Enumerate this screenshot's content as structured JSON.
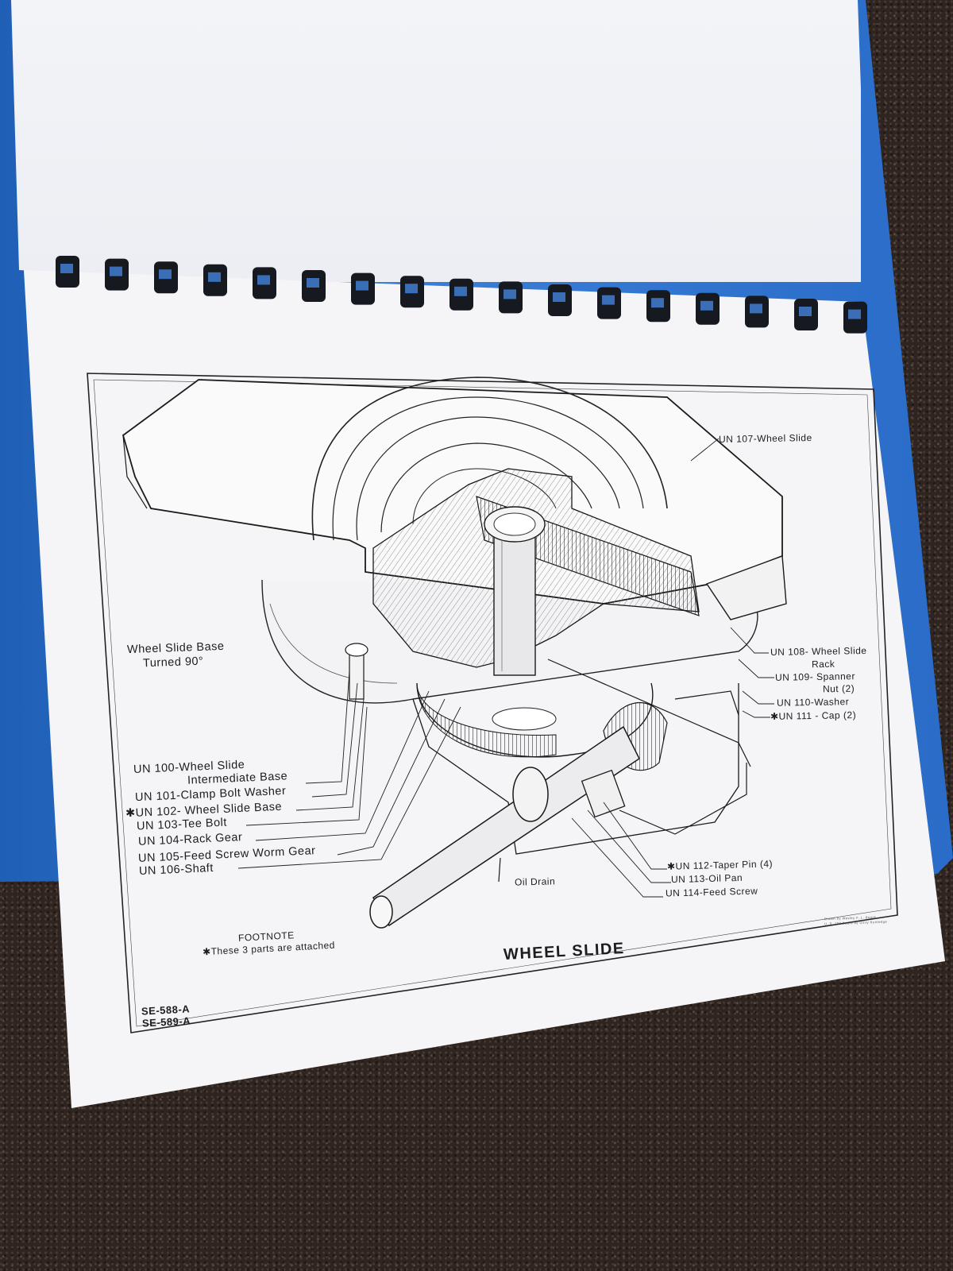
{
  "drawing": {
    "title": "WHEEL SLIDE",
    "codes": [
      "SE-588-A",
      "SE-589-A"
    ],
    "footnote_heading": "FOOTNOTE",
    "footnote_text": "✱These 3 parts are attached",
    "base_note_line1": "Wheel Slide Base",
    "base_note_line2": "Turned 90°",
    "oil_drain": "Oil Drain",
    "credit_line1": "Drawn by Wesley F. L. Board",
    "credit_line2": "U. S. 107 Board by Unity Ruttledge"
  },
  "parts_left": [
    "UN 100-Wheel Slide",
    "Intermediate Base",
    "UN 101-Clamp Bolt Washer",
    "✱UN 102- Wheel Slide Base",
    "UN 103-Tee Bolt",
    "UN 104-Rack Gear",
    "UN 105-Feed Screw Worm Gear",
    "UN 106-Shaft"
  ],
  "parts_right": [
    "UN 107-Wheel Slide",
    "UN 108- Wheel Slide",
    "Rack",
    "UN 109- Spanner",
    "Nut (2)",
    "UN 110-Washer",
    "✱UN 111 - Cap (2)"
  ],
  "parts_bottom": [
    "✱UN 112-Taper Pin (4)",
    "UN 113-Oil Pan",
    "UN 114-Feed Screw"
  ],
  "colors": {
    "binder": "#2a6cc8",
    "paper": "#f5f5f7",
    "ink": "#1d1d1f",
    "carpet": "#2e2420"
  }
}
